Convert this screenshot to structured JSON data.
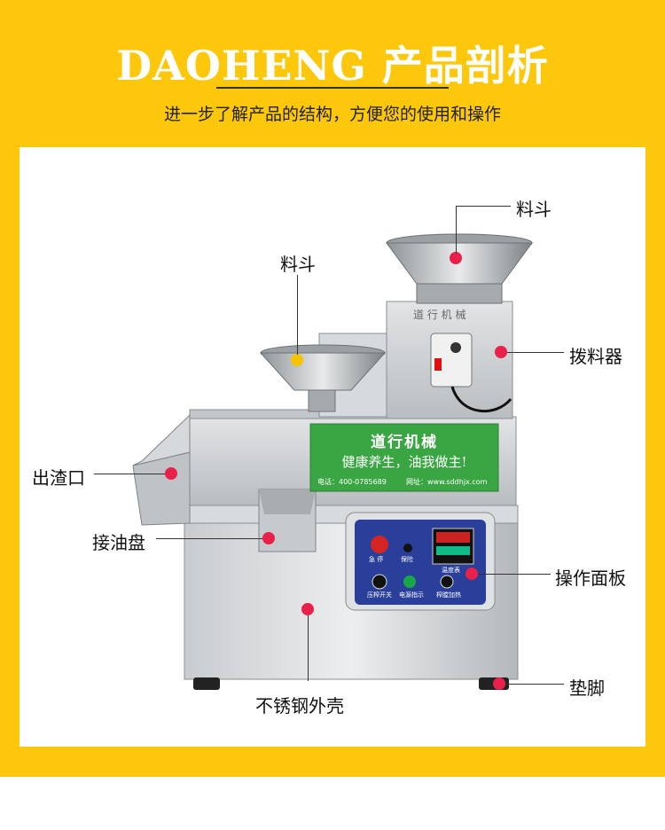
{
  "header": {
    "title": "DAOHENG 产品剖析",
    "subtitle": "进一步了解产品的结构，方便您的使用和操作"
  },
  "machine": {
    "hopper_plate_text": "道 行 机 械",
    "green_panel": {
      "brand": "道行机械",
      "slogan": "健康养生，油我做主!",
      "phone": "电话：400-0785689",
      "website": "网址：www.sddhjx.com"
    },
    "control_panel": {
      "stop_label": "急 停",
      "protect_label": "保险",
      "press_switch_label": "压榨开关",
      "power_label": "电源指示",
      "heat_label": "榨膛加热",
      "temp_label": "温度表"
    }
  },
  "callouts": {
    "hopper_top": "料斗",
    "hopper_left": "料斗",
    "stirrer": "拨料器",
    "slag_outlet": "出渣口",
    "oil_tray": "接油盘",
    "control_panel": "操作面板",
    "shell": "不锈钢外壳",
    "foot_pad": "垫脚"
  },
  "colors": {
    "background": "#fdc70b",
    "dot_red": "#e8204a",
    "dot_yellow": "#f5c400",
    "green_panel": "#3aa643",
    "control_blue": "#2a3f9a"
  }
}
